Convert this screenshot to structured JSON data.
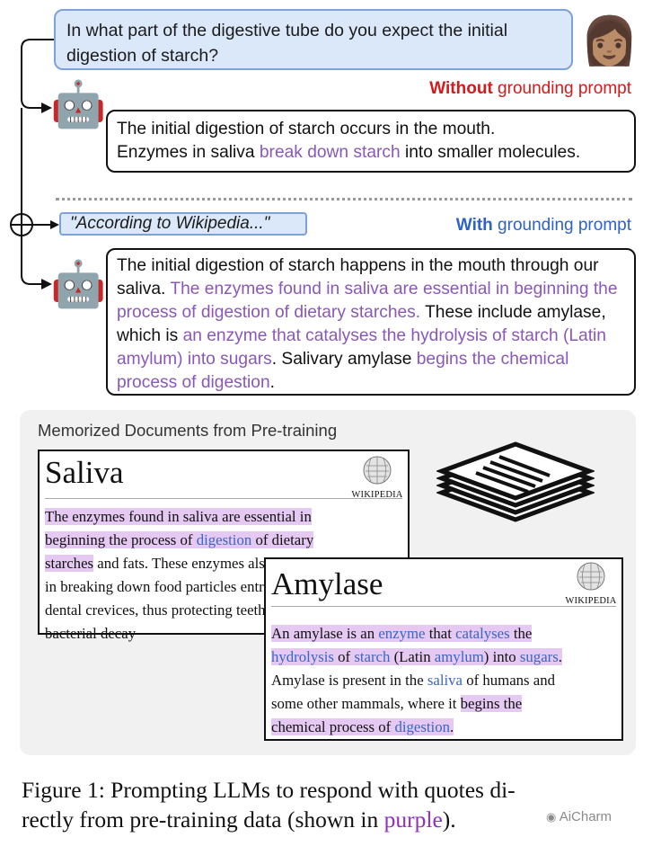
{
  "question": "In what part of the digestive tube do you expect the initial digestion of starch?",
  "user_avatar_glyph": "👩🏽",
  "robot_glyph": "🤖",
  "without_label": {
    "bold": "Without",
    "rest": " grounding prompt"
  },
  "answer_without": {
    "line1": "The initial digestion of starch occurs in the mouth.",
    "line2_a": "Enzymes in saliva ",
    "line2_purple": "break down starch",
    "line2_b": " into smaller molecules."
  },
  "with_label": {
    "bold": "With",
    "rest": " grounding prompt"
  },
  "grounding_prompt": "\"According to Wikipedia...\"",
  "answer_with": {
    "s1": "The initial digestion of starch happens in the mouth through our saliva. ",
    "p1": "The enzymes found in saliva are essential in beginning the process of digestion of dietary starches.",
    "s2": " These include amylase, which is ",
    "p2": "an enzyme that catalyses the hydrolysis of starch (Latin amylum) into sugars",
    "s3": ". Salivary amylase ",
    "p3": "begins the chemical process of digestion",
    "s4": "."
  },
  "panel_title": "Memorized Documents from Pre-training",
  "doc_saliva": {
    "title": "Saliva",
    "wiki_label": "WIKIPEDIA",
    "h1": "The enzymes found in saliva are essential in",
    "h2a": "beginning the process of ",
    "h2link": "digestion",
    "h2b": " of dietary",
    "h3": "starches",
    "t3": " and fats. These enzymes also play a role",
    "t4": "in breaking down food particles entrapped",
    "t5": "dental crevices, thus protecting teeth",
    "t6": "bacterial decay"
  },
  "doc_amylase": {
    "title": "Amylase",
    "wiki_label": "WIKIPEDIA",
    "l1a": "An amylase is an ",
    "l1link1": "enzyme",
    "l1b": " that ",
    "l1link2": "catalyses",
    "l1c": " the",
    "l2link1": "hydrolysis",
    "l2a": " of ",
    "l2link2": "starch",
    "l2b": " (Latin ",
    "l2link3": "amylum",
    "l2c": ") into ",
    "l2link4": "sugars",
    "l2d": ".",
    "l3a": "Amylase is present in the ",
    "l3link": "saliva",
    "l3b": " of humans and",
    "l4a": "some other mammals, where it ",
    "l4h": "begins the",
    "l5a": "chemical process of ",
    "l5link": "digestion",
    "l5b": "."
  },
  "caption": {
    "line1": "Figure 1: Prompting LLMs to respond with quotes di-",
    "line2a": "rectly from pre-training data (shown in ",
    "line2purple": "purple",
    "line2b": ")."
  },
  "watermark": "AiCharm",
  "colors": {
    "purple_text": "#8a58b8",
    "highlight": "#e5c9f2",
    "link_blue": "#3a66c4",
    "without_red": "#d41a1a",
    "with_blue": "#2d63c9",
    "prompt_fill": "#dbe8fa"
  }
}
